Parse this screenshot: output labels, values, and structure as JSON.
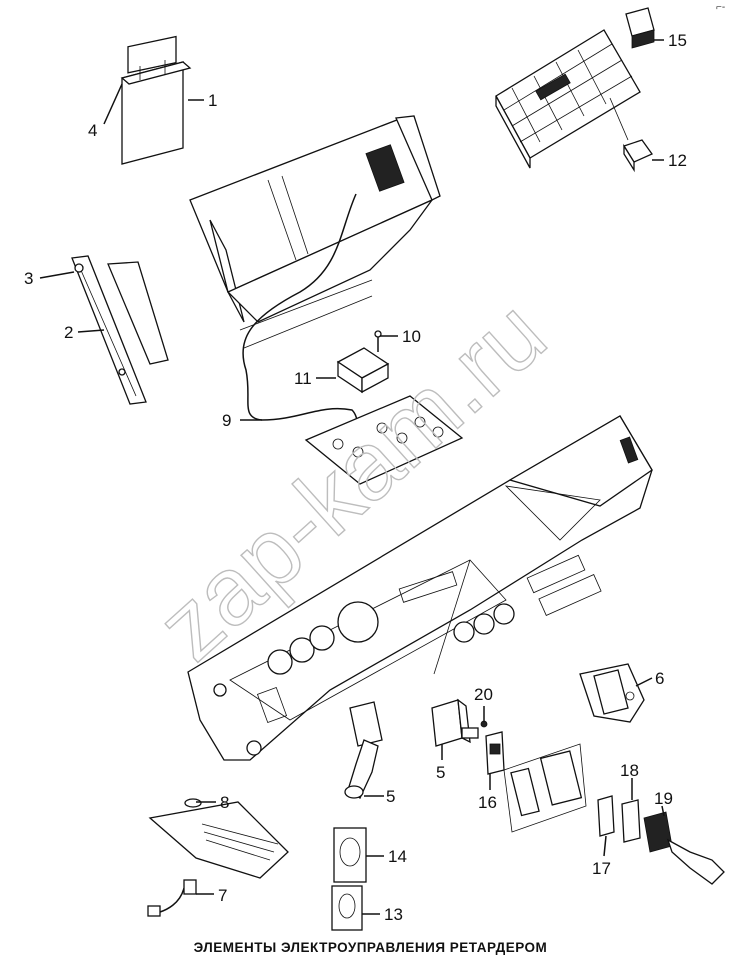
{
  "caption": "ЭЛЕМЕНТЫ ЭЛЕКТРОУПРАВЛЕНИЯ РЕТАРДЕРОМ",
  "watermark": "zap-kam.ru",
  "corner_mark": "⌐-",
  "callouts": [
    "1",
    "2",
    "3",
    "4",
    "5",
    "6",
    "7",
    "8",
    "9",
    "10",
    "11",
    "12",
    "13",
    "14",
    "15",
    "16",
    "17",
    "18",
    "19",
    "20"
  ]
}
